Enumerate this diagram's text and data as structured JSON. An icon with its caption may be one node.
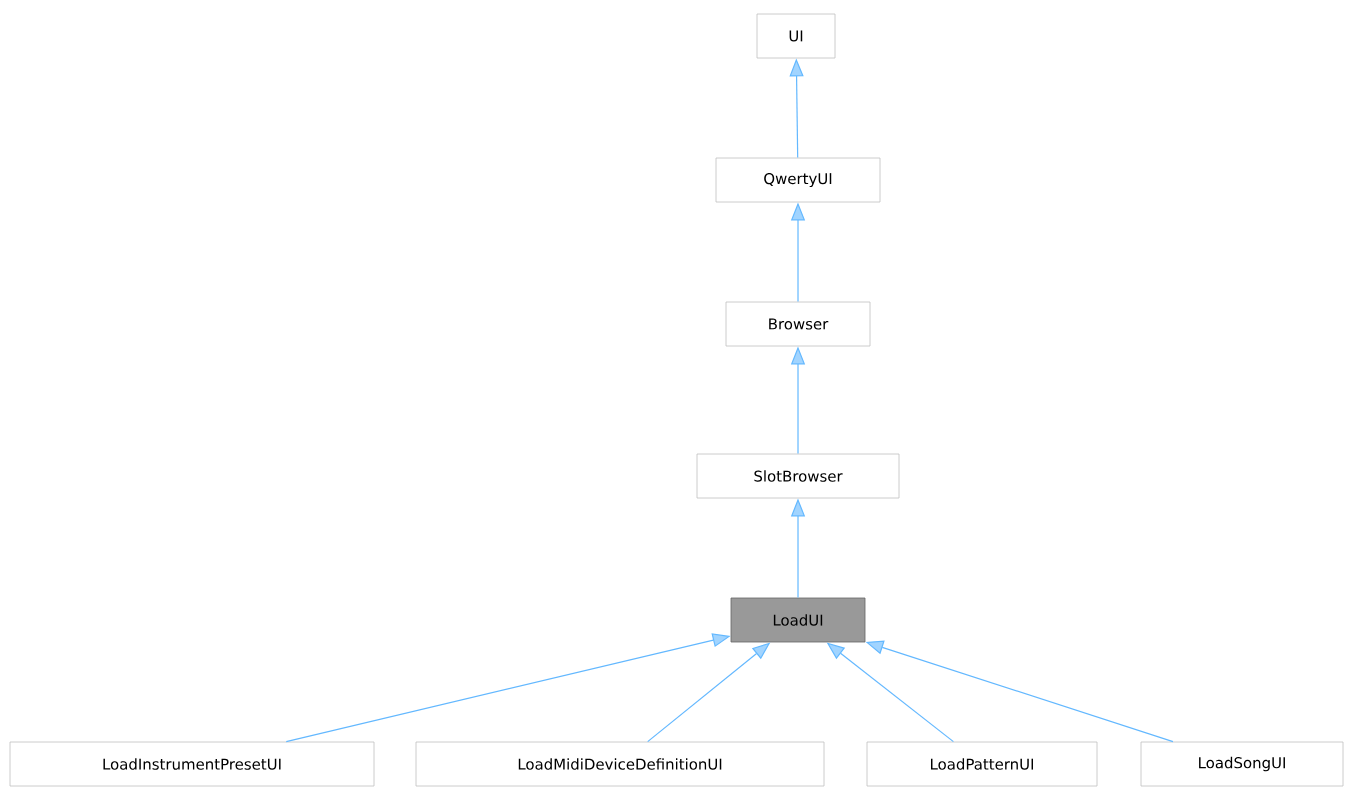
{
  "diagram": {
    "nodes": [
      {
        "text": [
          "UI"
        ]
      },
      {
        "text": [
          "QwertyUI"
        ]
      },
      {
        "text": [
          "Browser"
        ]
      },
      {
        "text": [
          "SlotBrowser"
        ]
      },
      {
        "text": [
          "LoadUI"
        ]
      },
      {
        "text": [
          "LoadInstrumentPresetUI"
        ]
      },
      {
        "text": [
          "LoadMidiDeviceDefinitionUI"
        ]
      },
      {
        "text": [
          "LoadPatternUI"
        ]
      },
      {
        "text": [
          "LoadSongUI"
        ]
      }
    ],
    "edges": [
      {
        "from": 1,
        "to": 0,
        "arrow": "to"
      },
      {
        "from": 2,
        "to": 1,
        "arrow": "to"
      },
      {
        "from": 3,
        "to": 2,
        "arrow": "to"
      },
      {
        "from": 4,
        "to": 3,
        "arrow": "to"
      },
      {
        "from": 5,
        "to": 4,
        "arrow": "to"
      },
      {
        "from": 6,
        "to": 4,
        "arrow": "to"
      },
      {
        "from": 7,
        "to": 4,
        "arrow": "to"
      },
      {
        "from": 8,
        "to": 4,
        "arrow": "to"
      }
    ]
  }
}
